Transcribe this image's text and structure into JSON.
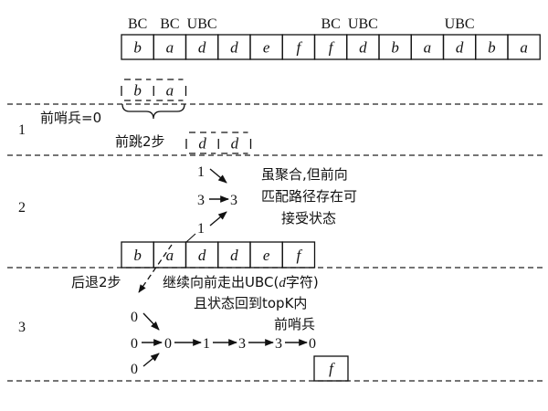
{
  "top_row": {
    "cells": [
      "b",
      "a",
      "d",
      "d",
      "e",
      "f",
      "f",
      "d",
      "b",
      "a",
      "d",
      "b",
      "a"
    ],
    "labels": [
      {
        "text": "BC",
        "cell": 0
      },
      {
        "text": "BC",
        "cell": 1
      },
      {
        "text": "UBC",
        "cell": 2
      },
      {
        "text": "BC",
        "cell": 6
      },
      {
        "text": "UBC",
        "cell": 7
      },
      {
        "text": "UBC",
        "cell": 10
      }
    ]
  },
  "step1": {
    "number": "1",
    "window_a": [
      "b",
      "a"
    ],
    "window_b": [
      "d",
      "d"
    ],
    "sentinel_label": "前哨兵=0",
    "jump_label": "前跳2步"
  },
  "step2": {
    "number": "2",
    "states_left": [
      "1",
      "3",
      "1"
    ],
    "state_merged": "3",
    "note_lines": [
      "虽聚合,但前向",
      "匹配路径存在可",
      "接受状态"
    ],
    "row_cells": [
      "b",
      "a",
      "d",
      "d",
      "e",
      "f"
    ]
  },
  "step3": {
    "number": "3",
    "back_label": "后退2步",
    "note_lines": [
      "继续向前走出UBC(",
      "d",
      "字符)",
      "且状态回到topK内"
    ],
    "sentinel_label": "前哨兵",
    "states_left": [
      "0",
      "0",
      "0"
    ],
    "chain": [
      "0",
      "1",
      "3",
      "3",
      "0"
    ],
    "final_cell": "f"
  }
}
